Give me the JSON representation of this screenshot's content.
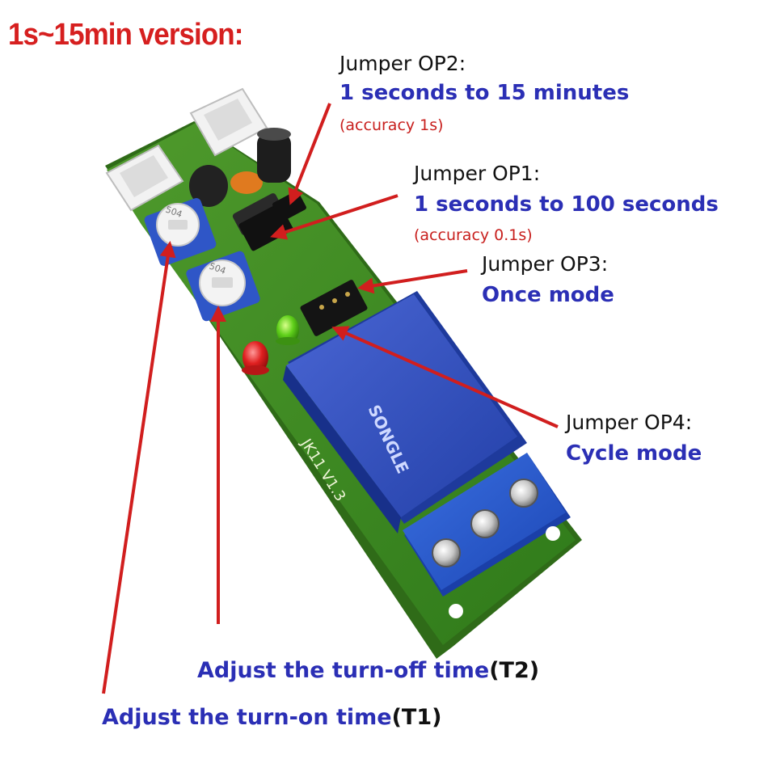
{
  "title": "1s~15min version:",
  "jumpers": {
    "op2": {
      "heading": "Jumper OP2:",
      "range": "1 seconds to 15 minutes",
      "accuracy": "(accuracy 1s)"
    },
    "op1": {
      "heading": "Jumper OP1:",
      "range": "1 seconds to 100 seconds",
      "accuracy": "(accuracy 0.1s)"
    },
    "op3": {
      "heading": "Jumper OP3:",
      "mode": "Once mode"
    },
    "op4": {
      "heading": "Jumper OP4:",
      "mode": "Cycle mode"
    }
  },
  "adjust": {
    "t2": {
      "text": "Adjust the turn-off time",
      "suffix": "(T2)"
    },
    "t1": {
      "text": "Adjust the turn-on time",
      "suffix": "(T1)"
    }
  },
  "board": {
    "model": "JK11 V1.3",
    "relay_brand": "SONGLE",
    "pot_value": "504"
  },
  "colors": {
    "title": "#d61f1f",
    "description": "#2b2fb5",
    "heading": "#111111",
    "arrow": "#d11e1e",
    "board": "#3f8c22",
    "relay": "#2f4fc0",
    "terminal": "#2456c9"
  }
}
